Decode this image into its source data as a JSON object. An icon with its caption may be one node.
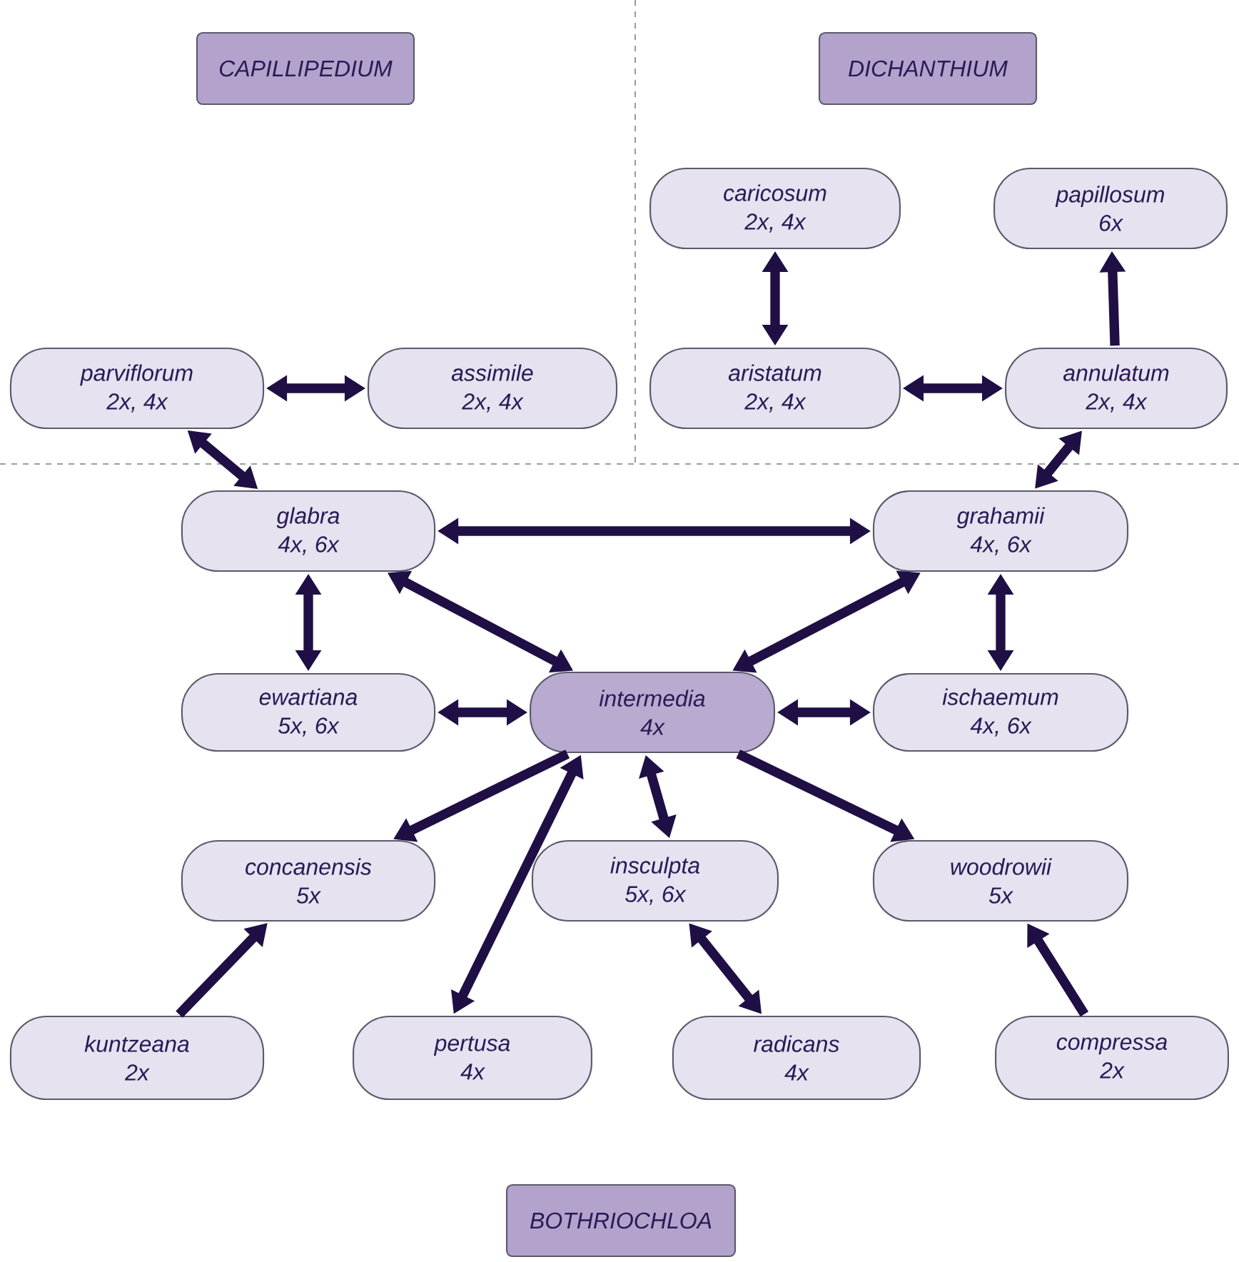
{
  "diagram": {
    "nodes": [
      {
        "text": [
          "CAPILLIPEDIUM"
        ]
      },
      {
        "text": [
          "DICHANTHIUM"
        ]
      },
      {
        "text": [
          "caricosum",
          "2x, 4x"
        ]
      },
      {
        "text": [
          "papillosum",
          "6x"
        ]
      },
      {
        "text": [
          "parviflorum",
          "2x, 4x"
        ]
      },
      {
        "text": [
          "assimile",
          "2x, 4x"
        ]
      },
      {
        "text": [
          "aristatum",
          "2x, 4x"
        ]
      },
      {
        "text": [
          "annulatum",
          "2x, 4x"
        ]
      },
      {
        "text": [
          "glabra",
          "4x, 6x"
        ]
      },
      {
        "text": [
          "grahamii",
          "4x, 6x"
        ]
      },
      {
        "text": [
          "ewartiana",
          "5x, 6x"
        ]
      },
      {
        "text": [
          "intermedia",
          "4x"
        ]
      },
      {
        "text": [
          "ischaemum",
          "4x, 6x"
        ]
      },
      {
        "text": [
          "concanensis",
          "5x"
        ]
      },
      {
        "text": [
          "insculpta",
          "5x, 6x"
        ]
      },
      {
        "text": [
          "woodrowii",
          "5x"
        ]
      },
      {
        "text": [
          "kuntzeana",
          "2x"
        ]
      },
      {
        "text": [
          "pertusa",
          "4x"
        ]
      },
      {
        "text": [
          "radicans",
          "4x"
        ]
      },
      {
        "text": [
          "compressa",
          "2x"
        ]
      },
      {
        "text": [
          "BOTHRIOCHLOA"
        ]
      }
    ],
    "edges": [
      {
        "from": 4,
        "to": 5,
        "arrow": "both"
      },
      {
        "from": 2,
        "to": 6,
        "arrow": "both"
      },
      {
        "from": 6,
        "to": 7,
        "arrow": "both"
      },
      {
        "from": 7,
        "to": 3,
        "arrow": "to"
      },
      {
        "from": 8,
        "to": 4,
        "arrow": "both"
      },
      {
        "from": 9,
        "to": 7,
        "arrow": "both"
      },
      {
        "from": 8,
        "to": 9,
        "arrow": "both"
      },
      {
        "from": 8,
        "to": 10,
        "arrow": "both"
      },
      {
        "from": 8,
        "to": 11,
        "arrow": "both"
      },
      {
        "from": 9,
        "to": 11,
        "arrow": "both"
      },
      {
        "from": 9,
        "to": 12,
        "arrow": "both"
      },
      {
        "from": 10,
        "to": 11,
        "arrow": "both"
      },
      {
        "from": 11,
        "to": 12,
        "arrow": "both"
      },
      {
        "from": 11,
        "to": 13,
        "arrow": "to"
      },
      {
        "from": 11,
        "to": 17,
        "arrow": "both"
      },
      {
        "from": 11,
        "to": 14,
        "arrow": "both"
      },
      {
        "from": 11,
        "to": 15,
        "arrow": "to"
      },
      {
        "from": 16,
        "to": 13,
        "arrow": "to"
      },
      {
        "from": 14,
        "to": 18,
        "arrow": "both"
      },
      {
        "from": 19,
        "to": 15,
        "arrow": "to"
      }
    ]
  }
}
